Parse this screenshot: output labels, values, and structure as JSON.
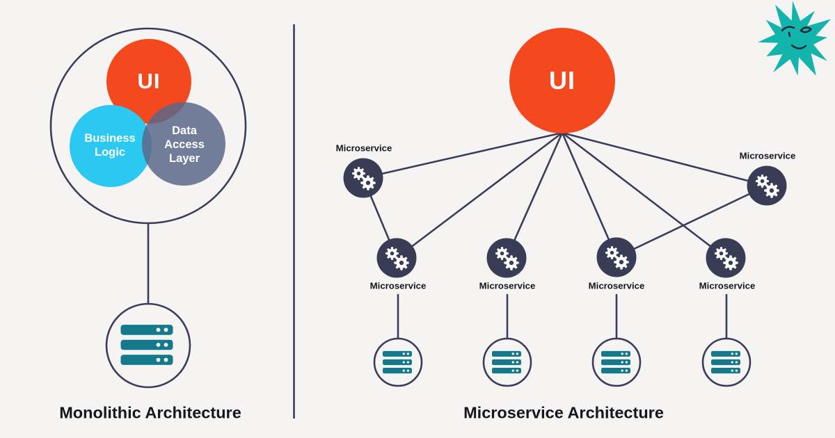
{
  "colors": {
    "background": "#F5F4F3",
    "orange": "#F4481F",
    "cyan": "#2BC8F2",
    "slate": "#5A678A",
    "navy": "#383C55",
    "line": "#3A3D5A",
    "teal_server": "#15798C",
    "starburst_teal": "#12B4AB",
    "face_stroke": "#1F2336",
    "title_text": "#16161F"
  },
  "left_panel": {
    "title": "Monolithic Architecture",
    "venn": {
      "ui_label": "UI",
      "business_logic_label": "Business Logic",
      "data_access_label": "Data Access Layer"
    }
  },
  "right_panel": {
    "title": "Microservice Architecture",
    "ui_label": "UI",
    "microservices": [
      {
        "label": "Microservice"
      },
      {
        "label": "Microservice"
      },
      {
        "label": "Microservice"
      },
      {
        "label": "Microservice"
      },
      {
        "label": "Microservice"
      },
      {
        "label": "Microservice"
      }
    ]
  }
}
